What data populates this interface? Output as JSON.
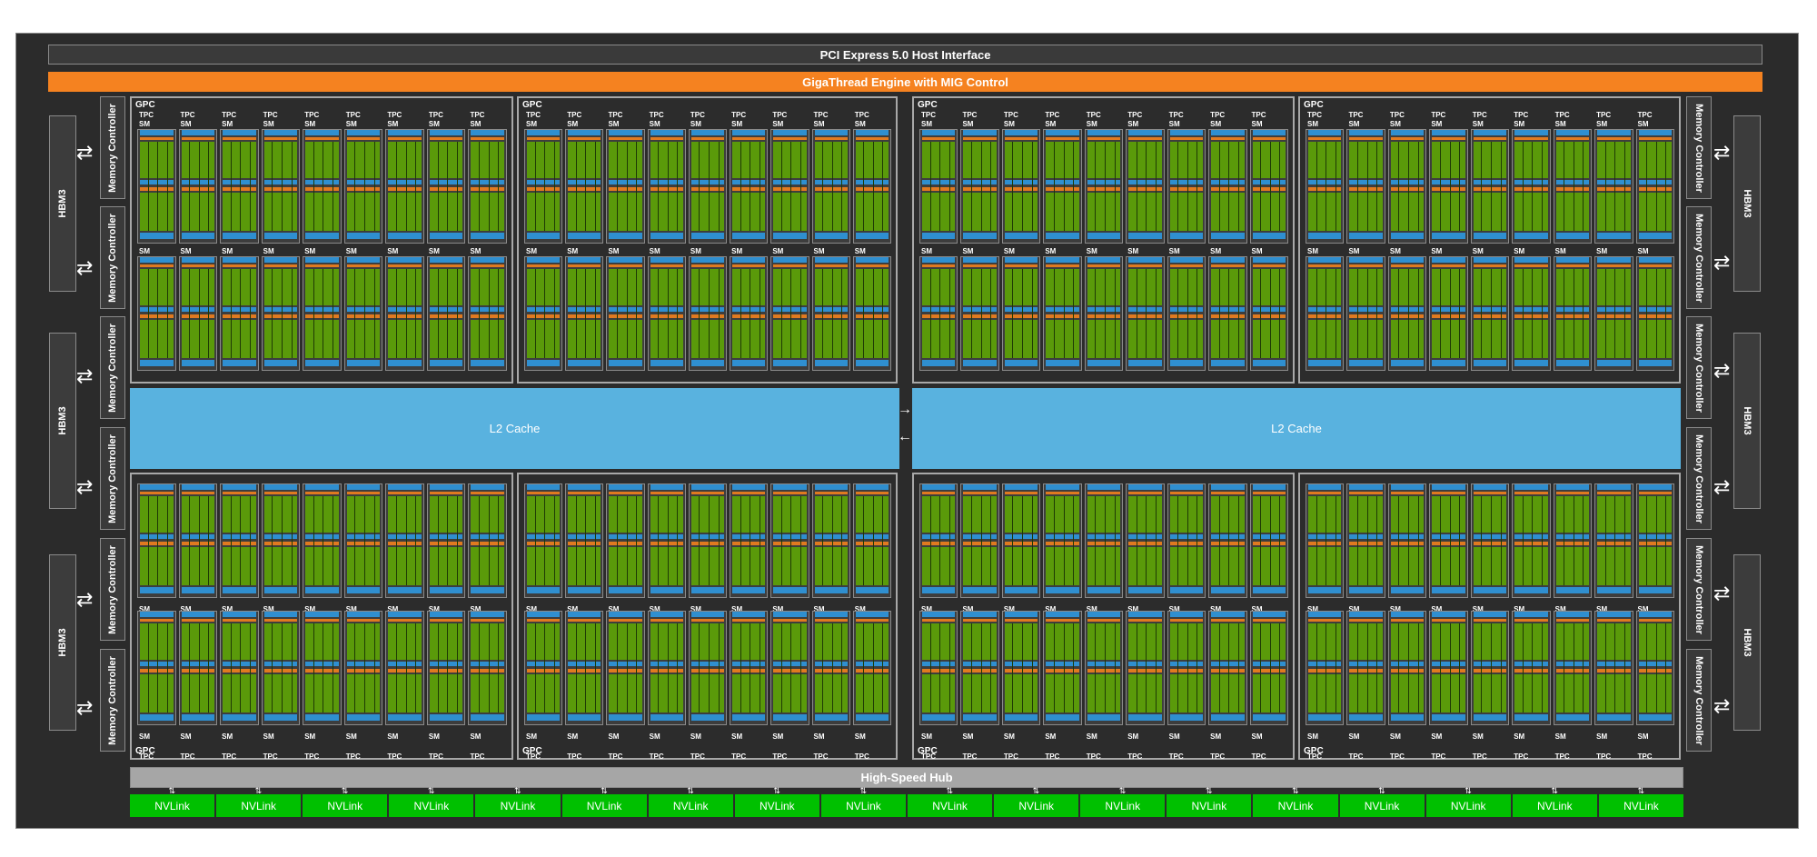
{
  "header": {
    "pcie": "PCI Express 5.0 Host Interface",
    "gigathread": "GigaThread Engine with MIG Control"
  },
  "gpc_label": "GPC",
  "tpc_label": "TPC",
  "sm_label": "SM",
  "l2_cache": [
    "L2 Cache",
    "L2 Cache"
  ],
  "memory_controller_label": "Memory Controller",
  "hbm_label": "HBM3",
  "hub": "High-Speed Hub",
  "nvlink_label": "NVLink",
  "nvlink_count": 18,
  "tpcs_per_gpc": 9,
  "arrow_glyph": "⇄",
  "colors": {
    "frame": "#2b2b2b",
    "gigathread": "#f58220",
    "l2_cache": "#59b2df",
    "nvlink": "#00c000",
    "hub": "#a6a6a6",
    "core_green": "#5a9a0a",
    "register_blue": "#2f8fd0",
    "cache_orange": "#e07a20"
  }
}
